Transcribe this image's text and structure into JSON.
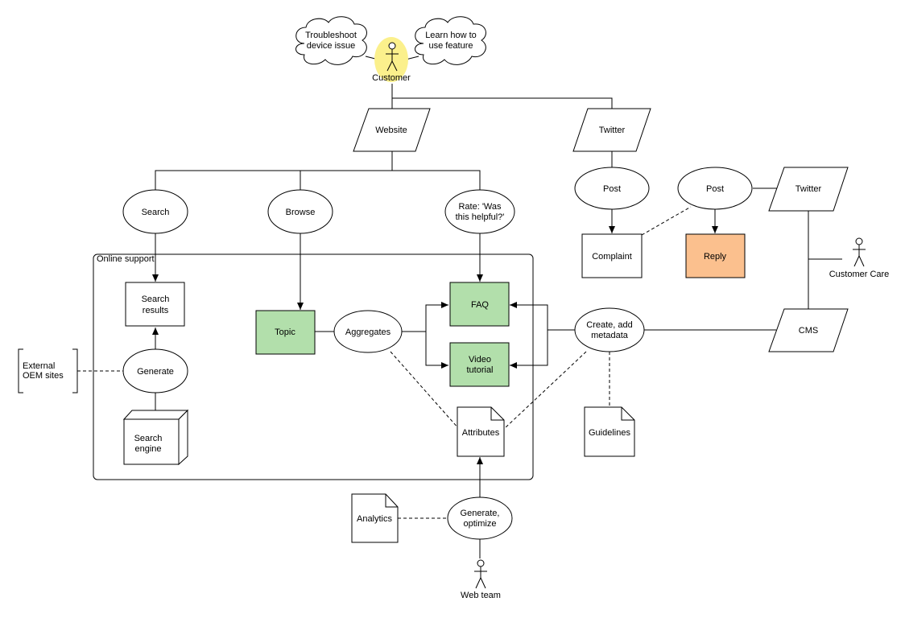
{
  "colors": {
    "stroke": "#000000",
    "fill": "#ffffff",
    "green": "#b2dfab",
    "orange": "#fbc08e",
    "highlight": "#fbf08c"
  },
  "actors": {
    "customer": "Customer",
    "customer_care": "Customer Care",
    "web_team": "Web team"
  },
  "clouds": {
    "troubleshoot": [
      "Troubleshoot",
      "device issue"
    ],
    "learn": [
      "Learn how to",
      "use feature"
    ]
  },
  "channels": {
    "website": "Website",
    "twitter_top": "Twitter",
    "twitter_right": "Twitter",
    "cms": "CMS"
  },
  "actions": {
    "search": "Search",
    "browse": "Browse",
    "rate": [
      "Rate: 'Was",
      "this helpful?'"
    ],
    "post_left": "Post",
    "post_right": "Post",
    "aggregates": "Aggregates",
    "generate": "Generate",
    "create_metadata": [
      "Create, add",
      "metadata"
    ],
    "generate_optimize": [
      "Generate,",
      "optimize"
    ]
  },
  "boxes": {
    "complaint": "Complaint",
    "reply": "Reply",
    "search_results": [
      "Search",
      "results"
    ],
    "topic": "Topic",
    "faq": "FAQ",
    "video_tutorial": [
      "Video",
      "tutorial"
    ],
    "search_engine": [
      "Search",
      "engine"
    ]
  },
  "documents": {
    "attributes": "Attributes",
    "guidelines": "Guidelines",
    "analytics": "Analytics"
  },
  "online_support_label": "Online support",
  "external_sites": [
    "External",
    "OEM sites"
  ]
}
